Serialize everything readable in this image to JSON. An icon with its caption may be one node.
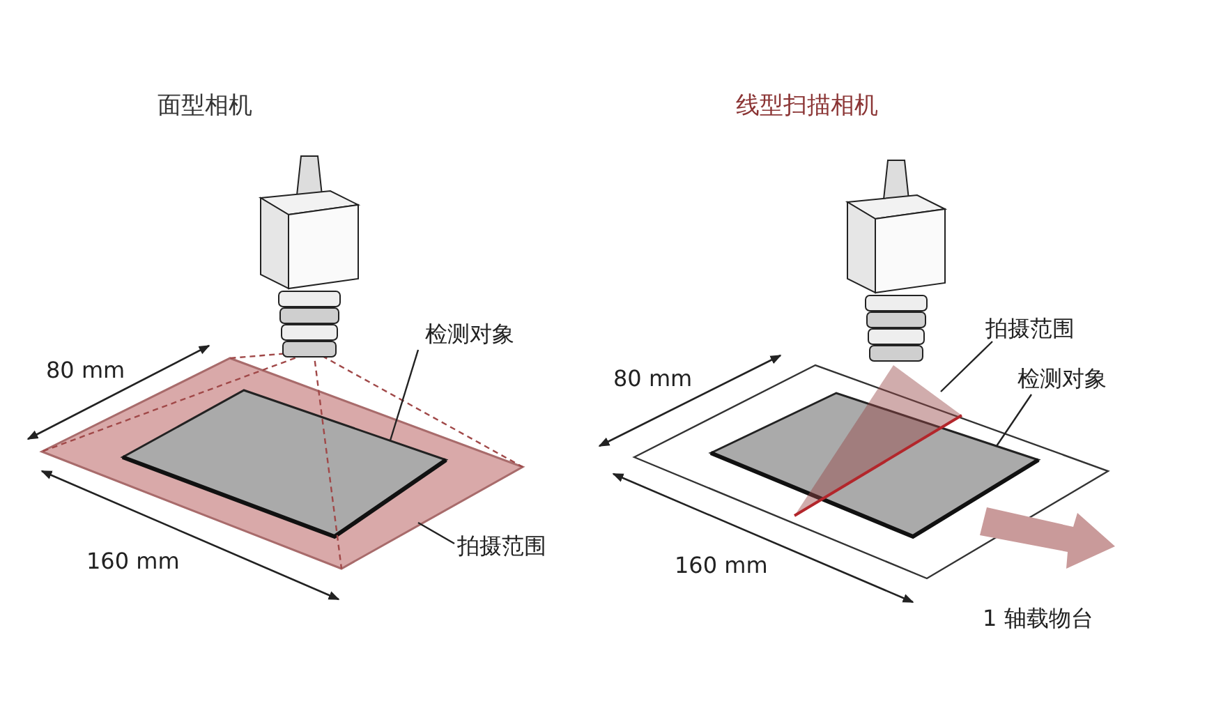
{
  "diagram": {
    "nodes": [
      {
        "text": [
          "检测对象"
        ]
      },
      {
        "text": [
          "拍摄范围"
        ]
      },
      {
        "text": [],
        "shape": "box"
      },
      {
        "text": [],
        "shape": "box",
        "in": 2
      },
      {
        "text": [
          "拍摄范围"
        ]
      },
      {
        "text": [
          "检测对象"
        ]
      },
      {
        "text": [],
        "shape": "triangle"
      },
      {
        "text": [],
        "shape": "box"
      }
    ],
    "edges": [
      {
        "from": 0,
        "to": 3,
        "arrow": "none"
      },
      {
        "from": 1,
        "to": 2,
        "arrow": "none"
      },
      {
        "from": 4,
        "to": 6,
        "arrow": "none"
      },
      {
        "from": 5,
        "to": 7,
        "arrow": "none"
      }
    ],
    "labels": [
      "面型相机",
      "线型扫描相机",
      "80 mm",
      "160 mm",
      "80 mm",
      "160 mm",
      "1 轴载物台"
    ]
  }
}
